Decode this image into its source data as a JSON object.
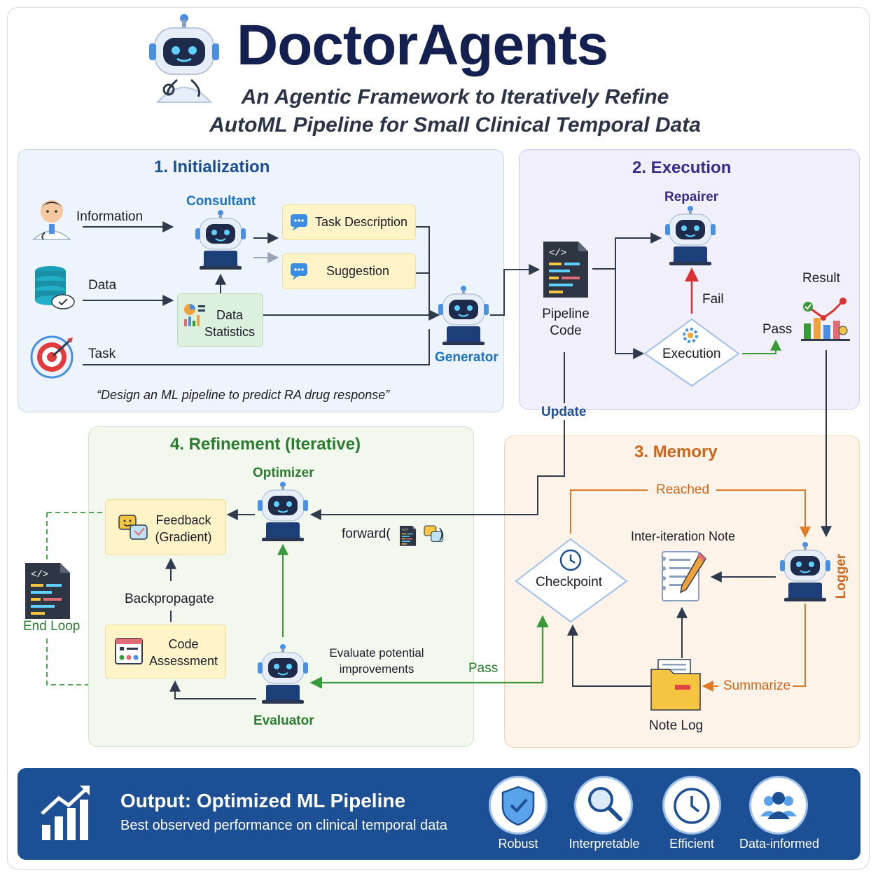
{
  "header": {
    "title": "DoctorAgents",
    "subtitle_line1": "An Agentic Framework to Iteratively Refine",
    "subtitle_line2": "AutoML Pipeline for Small Clinical Temporal Data"
  },
  "initialization": {
    "title": "1. Initialization",
    "inputs": {
      "information": "Information",
      "data": "Data",
      "task": "Task"
    },
    "consultant": "Consultant",
    "task_description": "Task Description",
    "suggestion": "Suggestion",
    "data_statistics_line1": "Data",
    "data_statistics_line2": "Statistics",
    "generator": "Generator",
    "example_task": "“Design an ML pipeline to predict RA drug response”"
  },
  "execution": {
    "title": "2. Execution",
    "repairer": "Repairer",
    "pipeline_code_line1": "Pipeline",
    "pipeline_code_line2": "Code",
    "execution": "Execution",
    "fail": "Fail",
    "pass": "Pass",
    "result": "Result"
  },
  "update_label": "Update",
  "refinement": {
    "title": "4. Refinement (Iterative)",
    "optimizer": "Optimizer",
    "feedback_line1": "Feedback",
    "feedback_line2": "(Gradient)",
    "forward_prefix": "forward(",
    "forward_comma": ",",
    "forward_suffix": ")",
    "backpropagate": "Backpropagate",
    "code_assessment_line1": "Code",
    "code_assessment_line2": "Assessment",
    "evaluate_line1": "Evaluate potential",
    "evaluate_line2": "improvements",
    "pass": "Pass",
    "evaluator": "Evaluator"
  },
  "end_loop": "End Loop",
  "memory": {
    "title": "3. Memory",
    "reached": "Reached",
    "inter_iteration_note": "Inter-iteration Note",
    "checkpoint": "Checkpoint",
    "logger": "Logger",
    "summarize": "Summarize",
    "note_log": "Note Log"
  },
  "output": {
    "title": "Output: Optimized ML Pipeline",
    "subtitle": "Best observed performance on clinical temporal data",
    "badges": [
      {
        "label": "Robust",
        "icon": "shield-check-icon"
      },
      {
        "label": "Interpretable",
        "icon": "magnifier-icon"
      },
      {
        "label": "Efficient",
        "icon": "clock-icon"
      },
      {
        "label": "Data-informed",
        "icon": "people-icon"
      }
    ]
  },
  "colors": {
    "init_panel": "#eef4fc",
    "exec_panel": "#f1effa",
    "refine_panel": "#f2f8ee",
    "memory_panel": "#fdf3e8",
    "init_title": "#1c4f94",
    "exec_title": "#3b2a8c",
    "refine_title": "#2a7d2e",
    "memory_title": "#d0661a",
    "arrow_dark": "#2f3a4d",
    "arrow_green": "#3a9a3a",
    "arrow_orange": "#e07a24",
    "arrow_red": "#d93232",
    "output_bar": "#1c4f94"
  }
}
